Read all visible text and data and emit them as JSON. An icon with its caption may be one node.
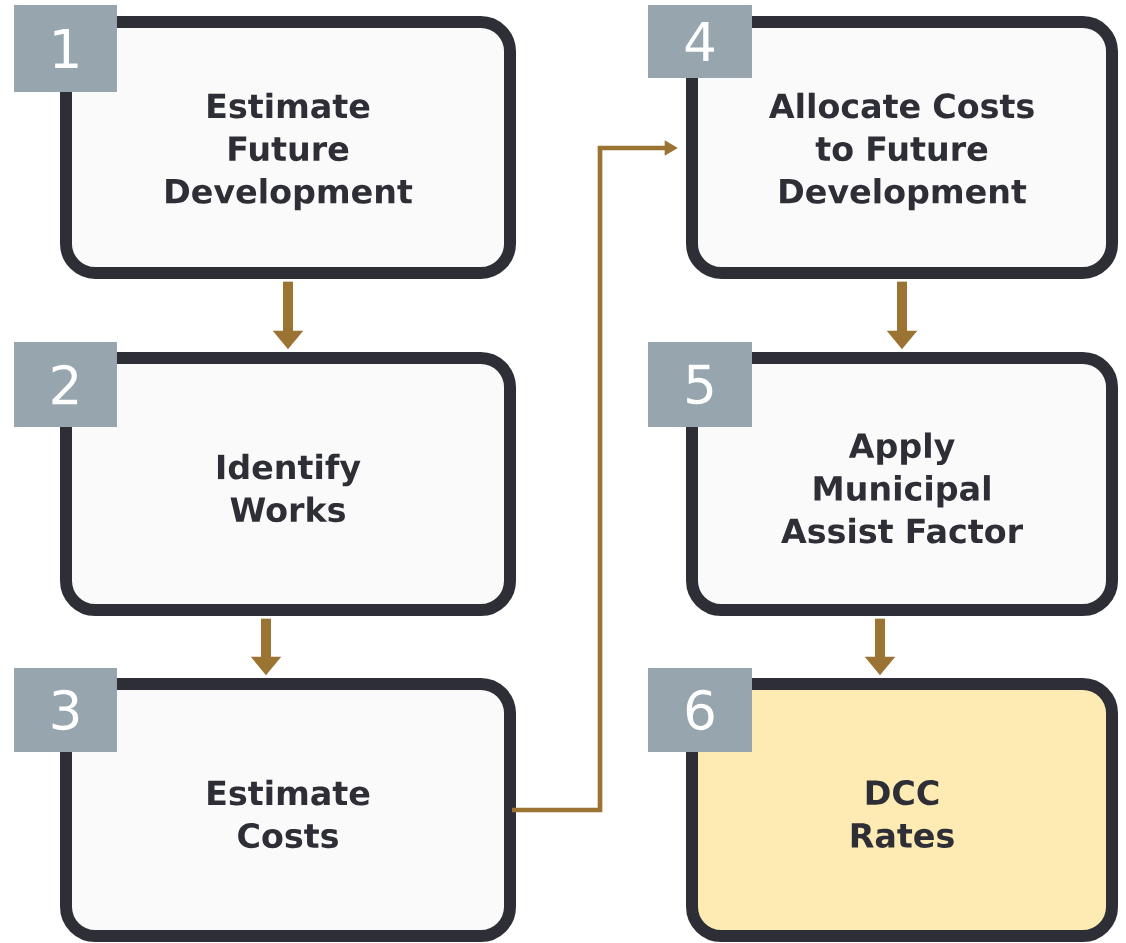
{
  "diagram": {
    "nodes": [
      {
        "text": [
          "1",
          "Estimate Future Development"
        ]
      },
      {
        "text": [
          "2",
          "Identify Works"
        ]
      },
      {
        "text": [
          "3",
          "Estimate Costs"
        ]
      },
      {
        "text": [
          "4",
          "Allocate Costs to Future Development"
        ]
      },
      {
        "text": [
          "5",
          "Apply Municipal Assist Factor"
        ]
      },
      {
        "text": [
          "6",
          "DCC Rates"
        ]
      }
    ],
    "edges": [
      {
        "from": 0,
        "to": 1,
        "arrow": "to"
      },
      {
        "from": 1,
        "to": 2,
        "arrow": "to"
      },
      {
        "from": 2,
        "to": 3,
        "arrow": "to"
      },
      {
        "from": 3,
        "to": 4,
        "arrow": "to"
      },
      {
        "from": 4,
        "to": 5,
        "arrow": "to"
      }
    ]
  }
}
